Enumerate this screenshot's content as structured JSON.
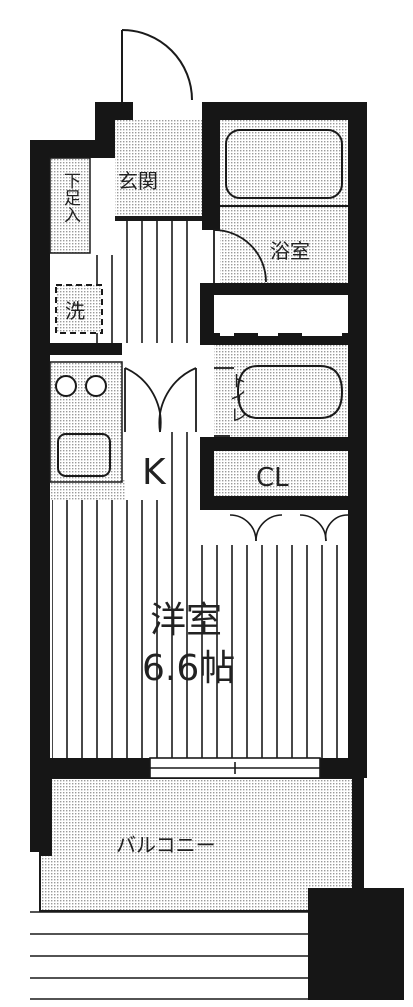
{
  "rooms": {
    "entrance": "玄関",
    "bath": "浴室",
    "shoe_box": "下足入",
    "washer": "洗",
    "toilet": "トイレ",
    "kitchen": "K",
    "closet": "CL",
    "western_room": "洋室",
    "western_room_size": "6.6帖",
    "balcony": "バルコニー"
  },
  "colors": {
    "wall": "#161616",
    "dot_fill": "#c9c9c9",
    "line": "#1a1a1a"
  }
}
